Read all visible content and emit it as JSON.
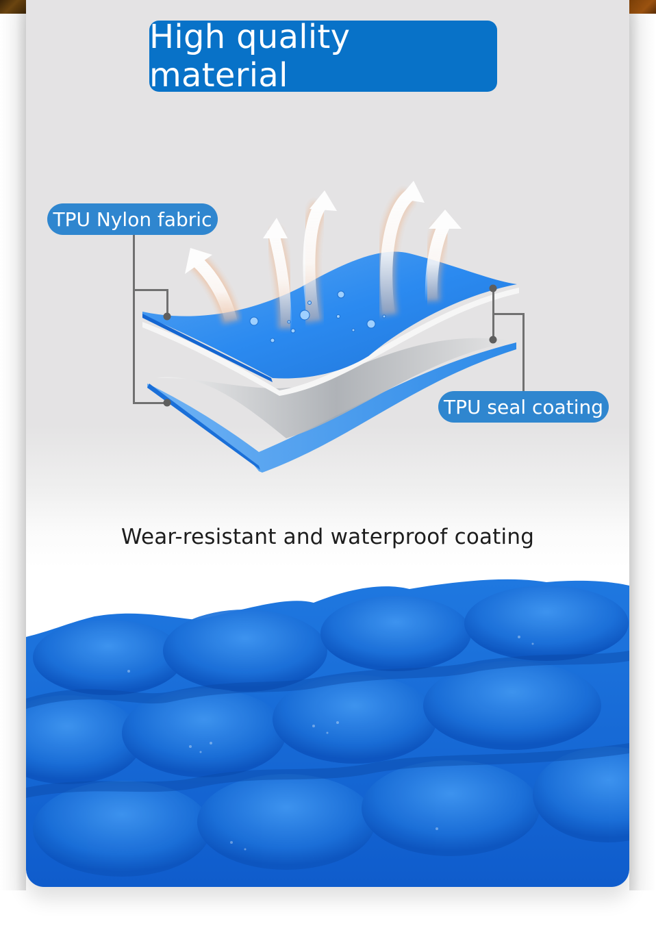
{
  "header": {
    "title": "High quality material"
  },
  "diagram": {
    "labels": {
      "top_layer": "TPU Nylon fabric",
      "seal_layer": "TPU seal coating"
    },
    "icons": [
      "steam-arrow-icon",
      "water-droplet-icon"
    ],
    "colors": {
      "banner": "#0872c8",
      "pill": "#2f86cf",
      "fabric_blue": "#1e7fe6",
      "leader_line": "#707070",
      "background": "#e4e3e4"
    }
  },
  "caption": {
    "text": "Wear-resistant and waterproof coating"
  },
  "product_photo": {
    "subject": "blue inflatable sleeping pad texture with water droplets",
    "color": "#1565d8"
  }
}
